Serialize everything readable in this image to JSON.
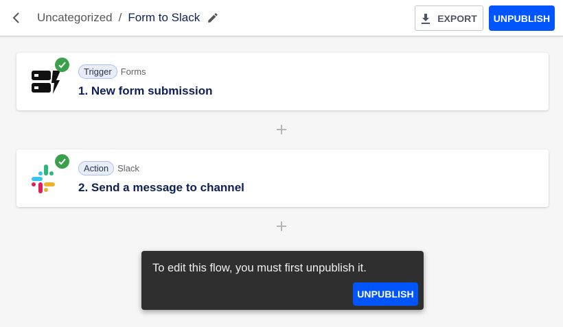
{
  "header": {
    "back_icon": "chevron-left-icon",
    "breadcrumb": {
      "parent": "Uncategorized",
      "separator": "/",
      "title": "Form to Slack"
    },
    "edit_icon": "pencil-icon",
    "export_label": "EXPORT",
    "export_icon": "download-icon",
    "unpublish_label": "UNPUBLISH"
  },
  "steps": [
    {
      "type_label": "Trigger",
      "app": "Forms",
      "name": "1. New form submission",
      "icon": "forms-icon",
      "status_icon": "check-circle-icon"
    },
    {
      "type_label": "Action",
      "app": "Slack",
      "name": "2. Send a message to channel",
      "icon": "slack-icon",
      "status_icon": "check-circle-icon"
    }
  ],
  "add_step_icon": "plus-icon",
  "toast": {
    "message": "To edit this flow, you must first unpublish it.",
    "button_label": "UNPUBLISH"
  },
  "colors": {
    "primary": "#0055ff",
    "title": "#0c2057",
    "check": "#3aa14a",
    "toast_bg": "#2f2f2f"
  }
}
